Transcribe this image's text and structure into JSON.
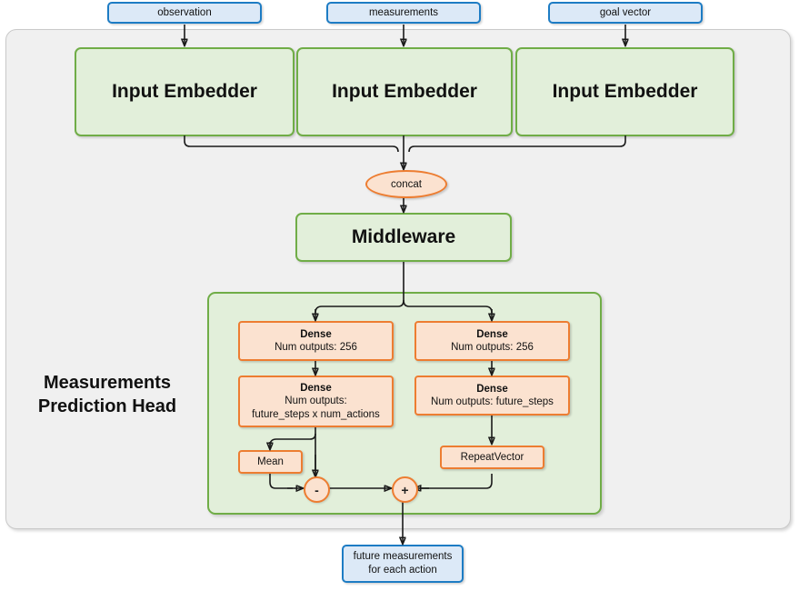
{
  "diagram": {
    "title": "Measurements Prediction Head network architecture",
    "colors": {
      "input_fill": "#dce9f7",
      "input_border": "#1d7cc4",
      "module_fill": "#e2efda",
      "module_border": "#70ad47",
      "layer_fill": "#fbe2d0",
      "layer_border": "#ed7d31",
      "container_fill": "#f0f0f0",
      "container_border": "#c9c9c9",
      "wire": "#1a1a1a"
    }
  },
  "inputs": [
    {
      "label": "observation"
    },
    {
      "label": "measurements"
    },
    {
      "label": "goal vector"
    }
  ],
  "embedders": [
    {
      "label": "Input Embedder"
    },
    {
      "label": "Input Embedder"
    },
    {
      "label": "Input Embedder"
    }
  ],
  "concat": {
    "label": "concat"
  },
  "middleware": {
    "label": "Middleware"
  },
  "head": {
    "title_line1": "Measurements",
    "title_line2": "Prediction Head",
    "left_branch": {
      "dense1": {
        "title": "Dense",
        "line1": "Num outputs: 256"
      },
      "dense2": {
        "title": "Dense",
        "line1": "Num outputs:",
        "line2": "future_steps x num_actions"
      },
      "mean": {
        "label": "Mean"
      }
    },
    "right_branch": {
      "dense1": {
        "title": "Dense",
        "line1": "Num outputs: 256"
      },
      "dense2": {
        "title": "Dense",
        "line1": "Num outputs: future_steps"
      },
      "repeat_vector": {
        "label": "RepeatVector"
      }
    },
    "ops": {
      "subtract": {
        "symbol": "-"
      },
      "add": {
        "symbol": "+"
      }
    }
  },
  "output": {
    "line1": "future measurements",
    "line2": "for each action"
  }
}
